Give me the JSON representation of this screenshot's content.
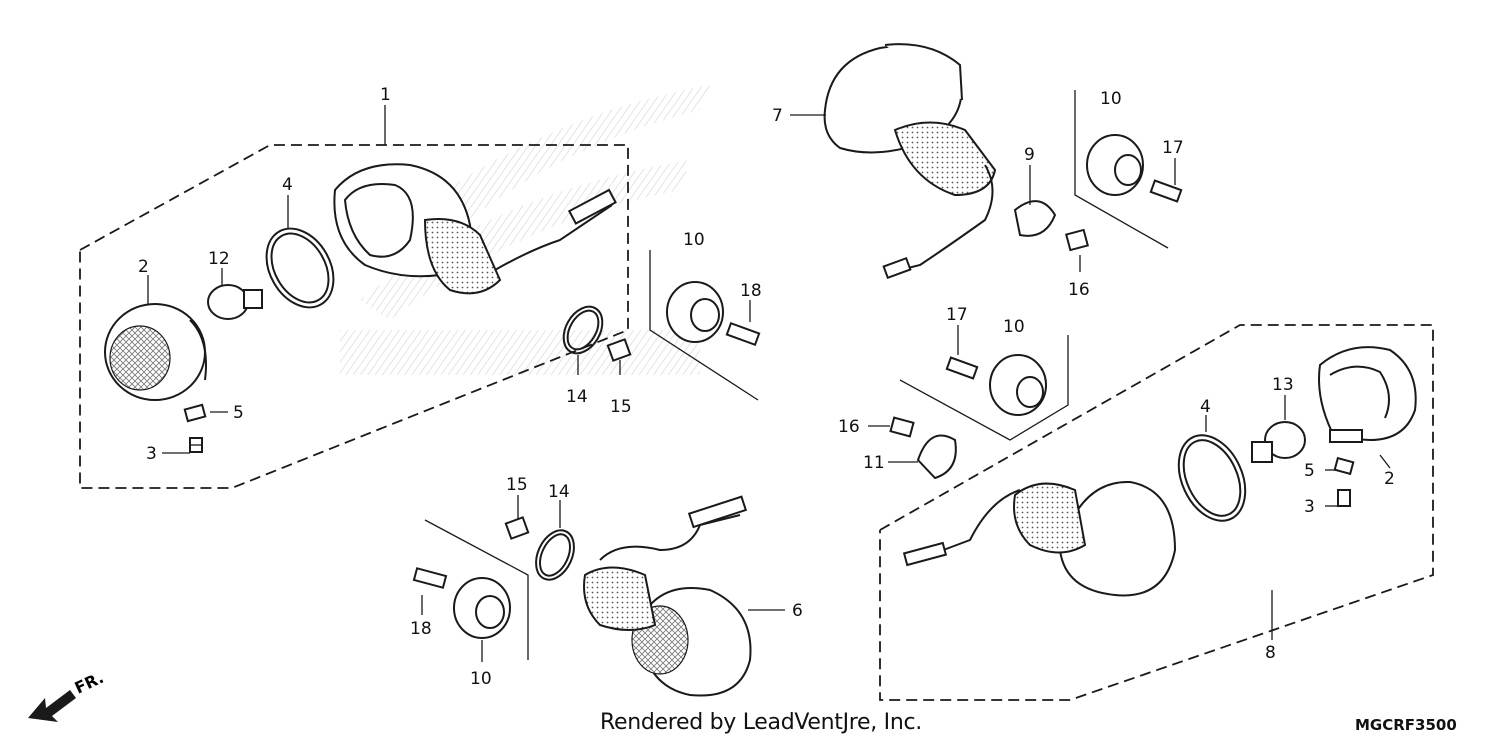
{
  "diagram": {
    "callouts": {
      "c1": "1",
      "c2a": "2",
      "c2b": "2",
      "c3a": "3",
      "c3b": "3",
      "c4a": "4",
      "c4b": "4",
      "c5a": "5",
      "c5b": "5",
      "c6": "6",
      "c7": "7",
      "c8": "8",
      "c9": "9",
      "c10a": "10",
      "c10b": "10",
      "c10c": "10",
      "c10d": "10",
      "c11": "11",
      "c12": "12",
      "c13": "13",
      "c14a": "14",
      "c14b": "14",
      "c15a": "15",
      "c15b": "15",
      "c16a": "16",
      "c16b": "16",
      "c17a": "17",
      "c17b": "17",
      "c18a": "18",
      "c18b": "18"
    },
    "front_label": "FR.",
    "credit": "Rendered by LeadVentJre, Inc.",
    "diagram_code": "MGCRF3500",
    "icons": {
      "front_arrow": "arrow-left-down-icon"
    }
  }
}
